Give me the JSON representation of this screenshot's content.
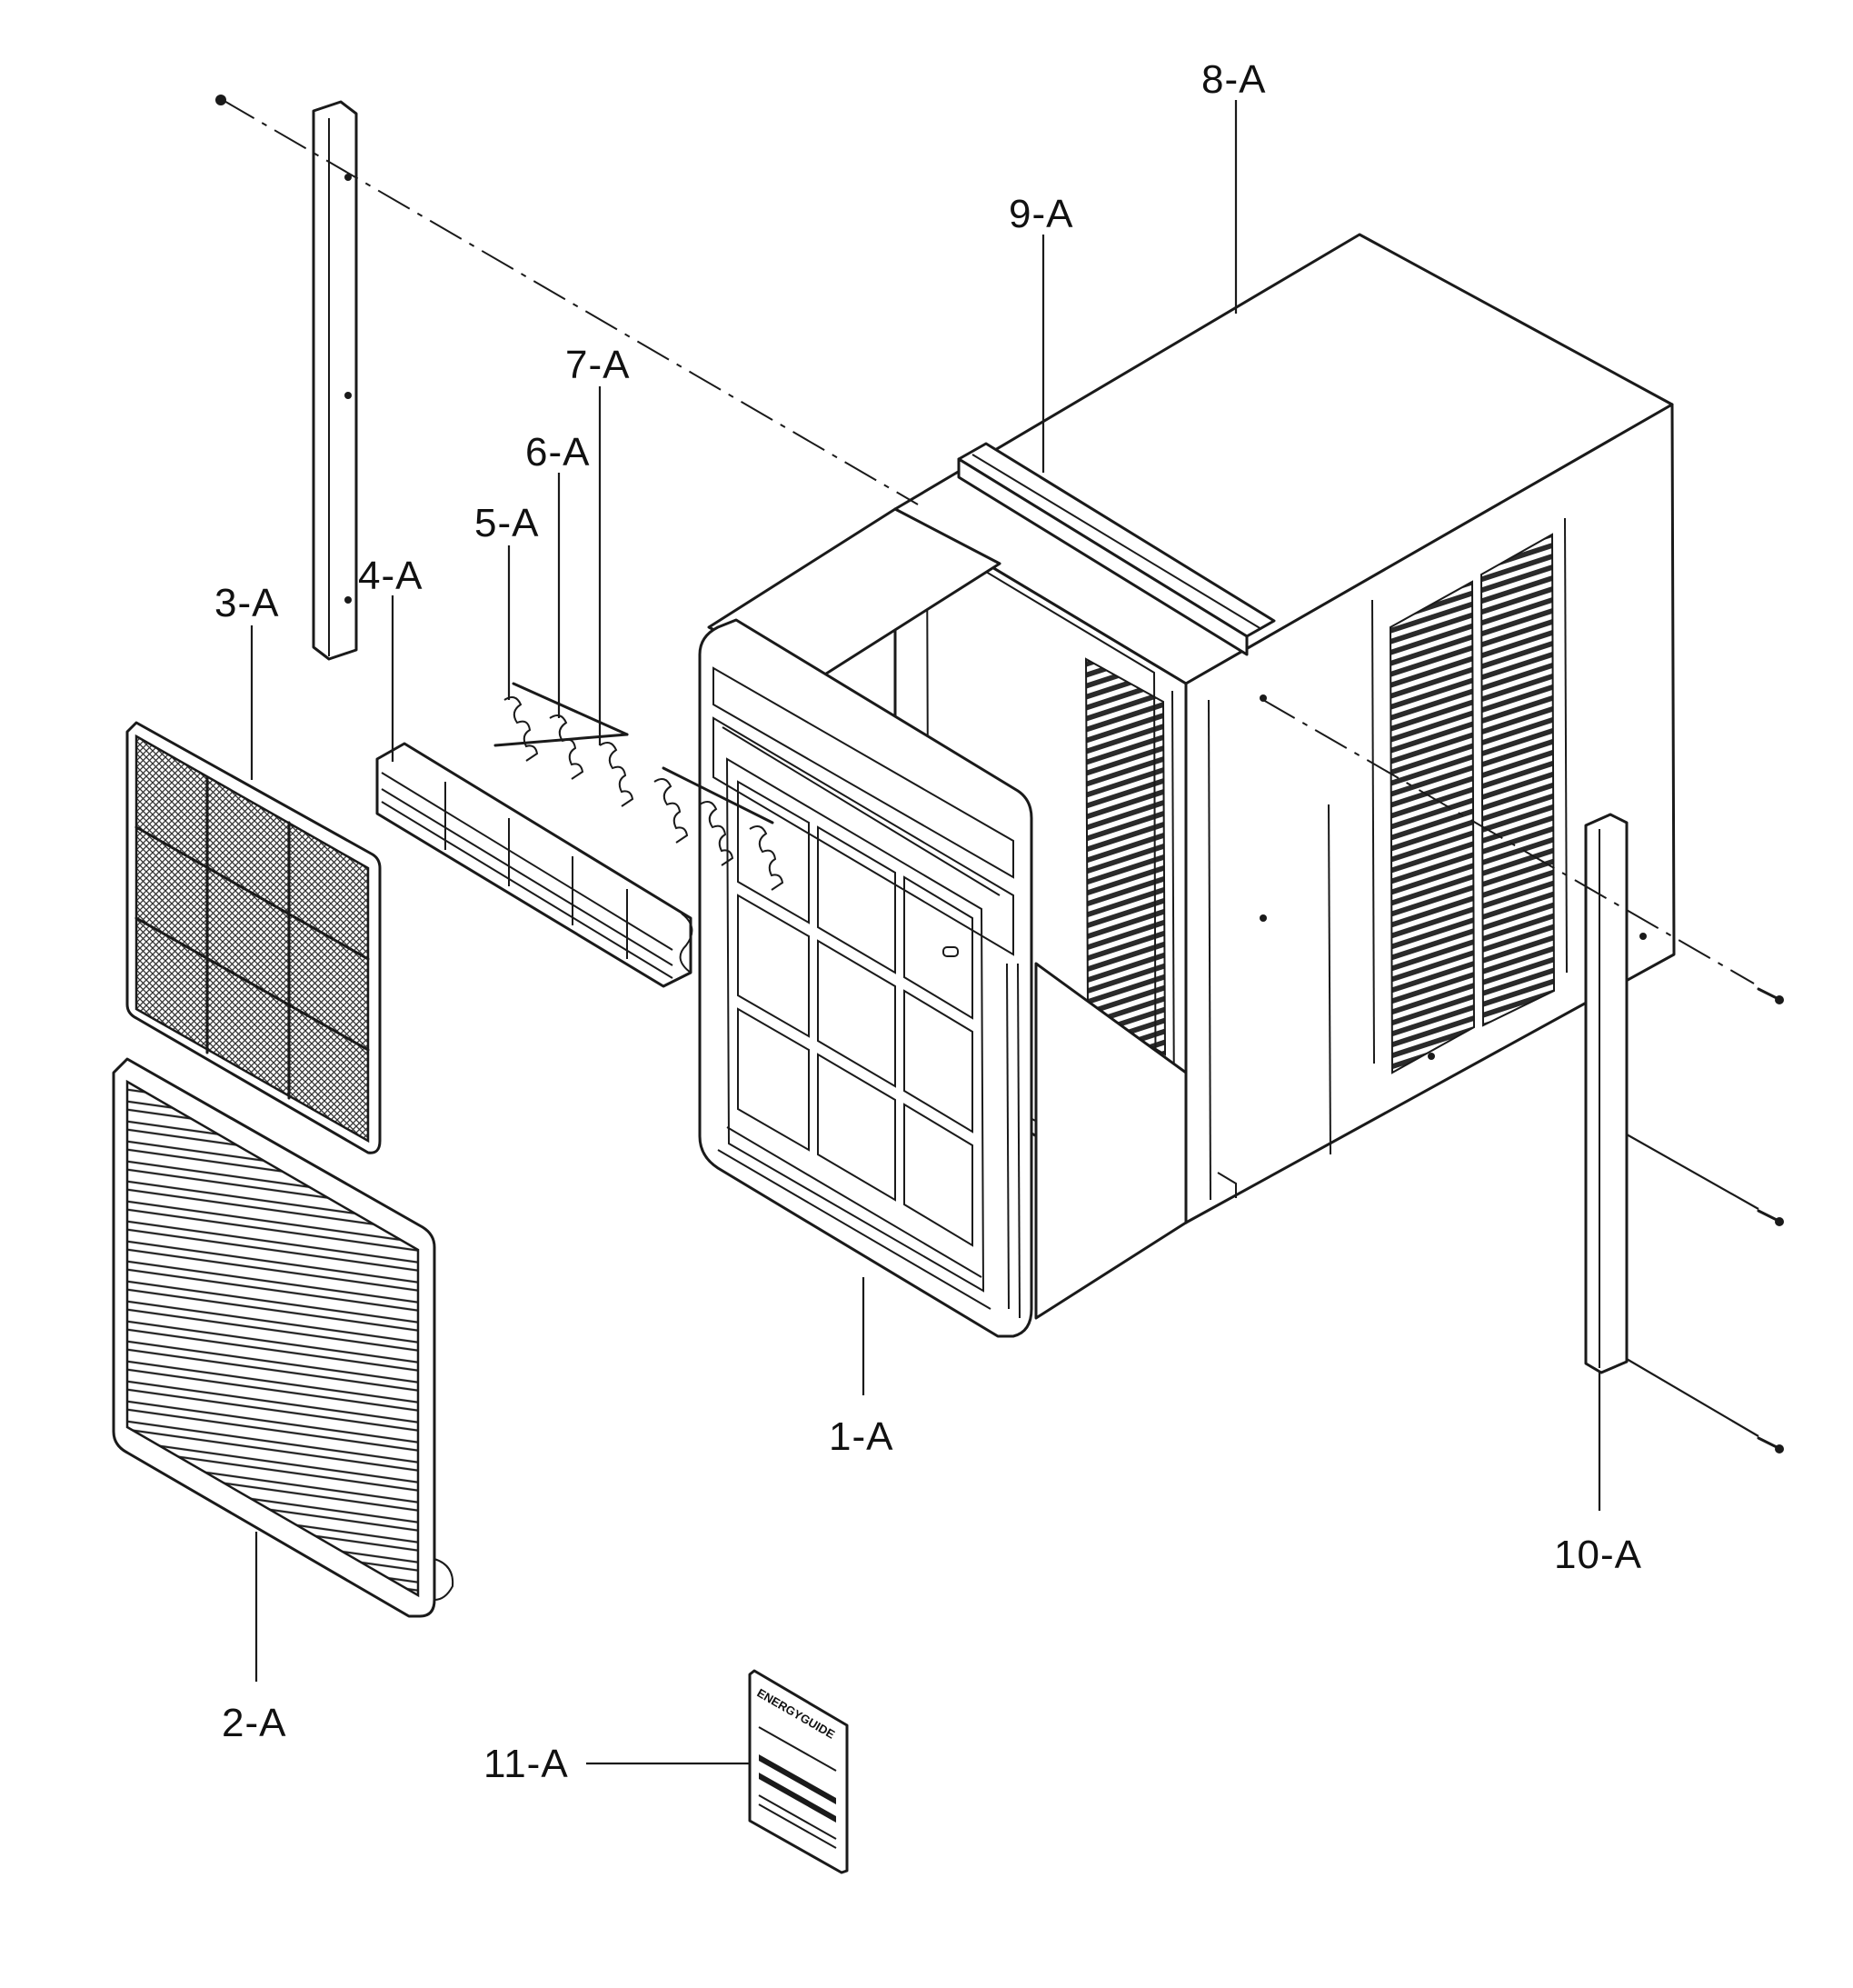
{
  "diagram": {
    "callouts": [
      {
        "id": "1-A",
        "label": "1-A"
      },
      {
        "id": "2-A",
        "label": "2-A"
      },
      {
        "id": "3-A",
        "label": "3-A"
      },
      {
        "id": "4-A",
        "label": "4-A"
      },
      {
        "id": "5-A",
        "label": "5-A"
      },
      {
        "id": "6-A",
        "label": "6-A"
      },
      {
        "id": "7-A",
        "label": "7-A"
      },
      {
        "id": "8-A",
        "label": "8-A"
      },
      {
        "id": "9-A",
        "label": "9-A"
      },
      {
        "id": "10-A",
        "label": "10-A"
      },
      {
        "id": "11-A",
        "label": "11-A"
      }
    ],
    "label_card": {
      "logo_text": "ENERGYGUIDE"
    }
  }
}
